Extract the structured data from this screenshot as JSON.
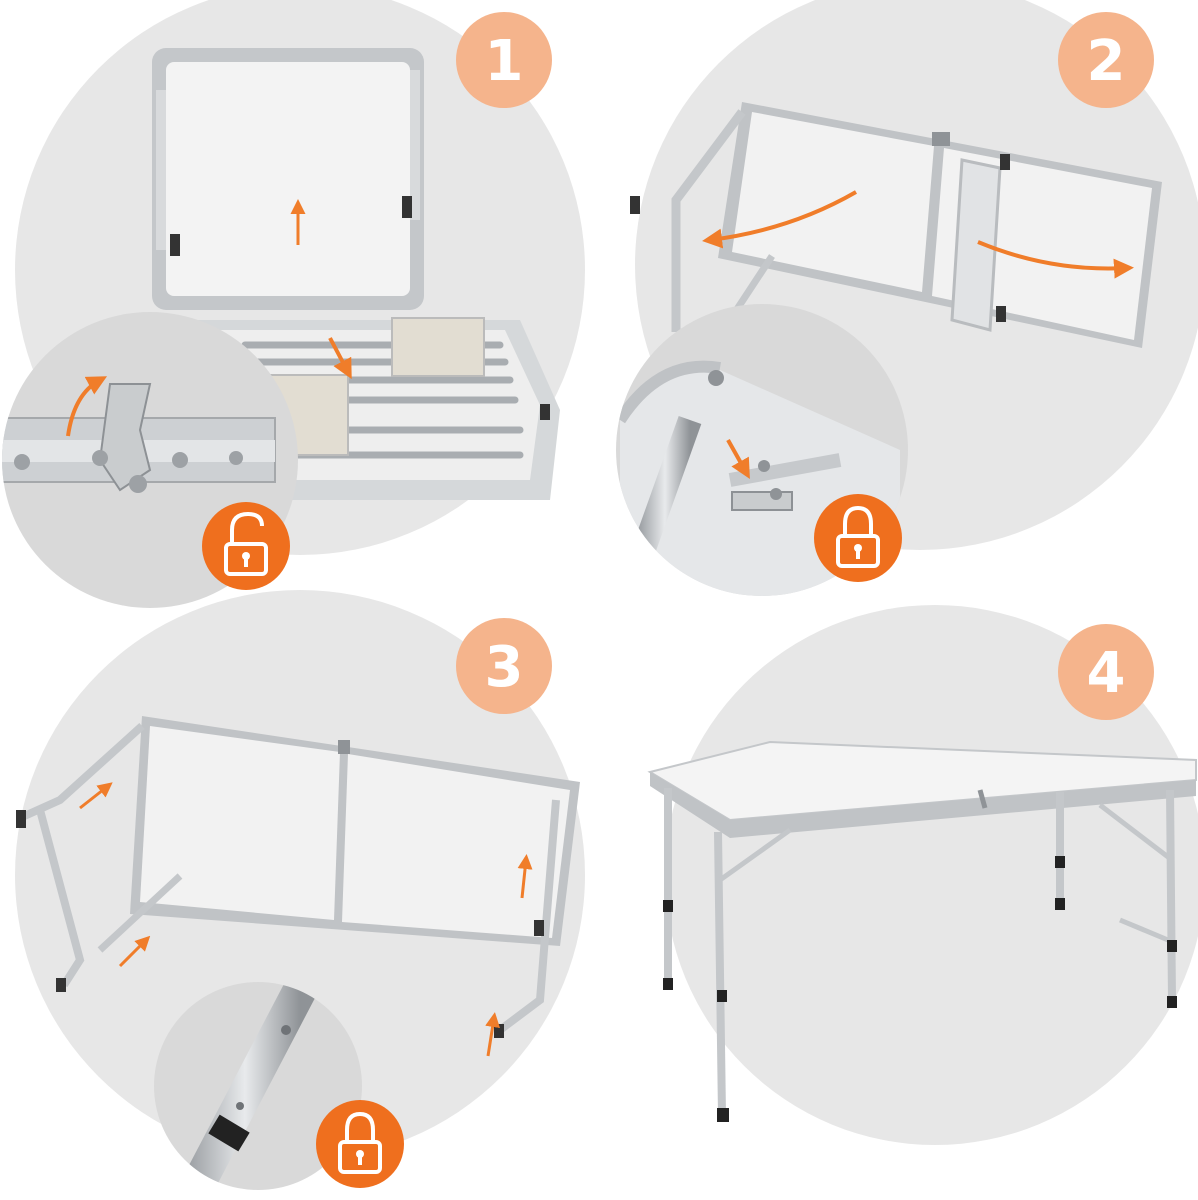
{
  "steps": [
    {
      "number": "1",
      "lock_icon": "unlock-icon"
    },
    {
      "number": "2",
      "lock_icon": "lock-icon"
    },
    {
      "number": "3",
      "lock_icon": "lock-icon"
    },
    {
      "number": "4"
    }
  ],
  "colors": {
    "badge": "#f5b48c",
    "accent": "#f07d2a",
    "lock_badge": "#ef6f1e",
    "circle": "#e7e7e7",
    "inset_circle": "#d7d7d7",
    "frame": "#b9bcbf",
    "panel": "#f1f1f1"
  }
}
